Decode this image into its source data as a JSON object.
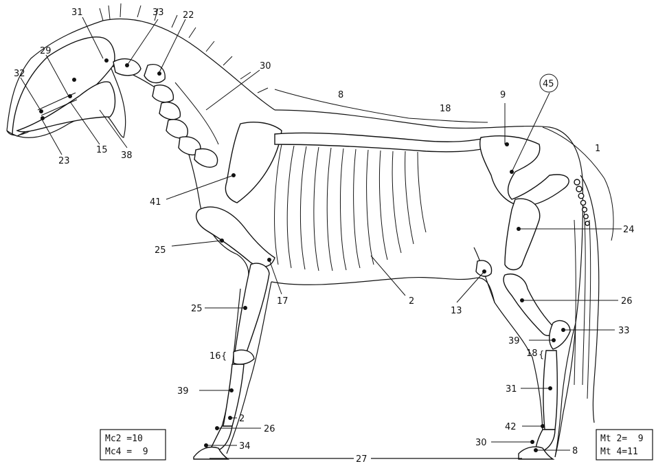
{
  "figure": {
    "labels": [
      {
        "id": "l31a",
        "text": "31"
      },
      {
        "id": "l33a",
        "text": "33"
      },
      {
        "id": "l22",
        "text": "22"
      },
      {
        "id": "l29",
        "text": "29"
      },
      {
        "id": "l32",
        "text": "32"
      },
      {
        "id": "l30a",
        "text": "30"
      },
      {
        "id": "l15",
        "text": "15"
      },
      {
        "id": "l23",
        "text": "23"
      },
      {
        "id": "l38",
        "text": "38"
      },
      {
        "id": "l8a",
        "text": "8"
      },
      {
        "id": "l18a",
        "text": "18"
      },
      {
        "id": "l9",
        "text": "9"
      },
      {
        "id": "l45",
        "text": "45"
      },
      {
        "id": "l1",
        "text": "1"
      },
      {
        "id": "l41",
        "text": "41"
      },
      {
        "id": "l25a",
        "text": "25"
      },
      {
        "id": "l24",
        "text": "24"
      },
      {
        "id": "l17",
        "text": "17"
      },
      {
        "id": "l2a",
        "text": "2"
      },
      {
        "id": "l13",
        "text": "13"
      },
      {
        "id": "l26a",
        "text": "26"
      },
      {
        "id": "l25b",
        "text": "25"
      },
      {
        "id": "l33b",
        "text": "33"
      },
      {
        "id": "l39b",
        "text": "39"
      },
      {
        "id": "l16",
        "text": "16"
      },
      {
        "id": "l18b",
        "text": "18"
      },
      {
        "id": "l31b",
        "text": "31"
      },
      {
        "id": "l39a",
        "text": "39"
      },
      {
        "id": "l42",
        "text": "42"
      },
      {
        "id": "l2b",
        "text": "2"
      },
      {
        "id": "l26b",
        "text": "26"
      },
      {
        "id": "l30b",
        "text": "30"
      },
      {
        "id": "l34",
        "text": "34"
      },
      {
        "id": "l8b",
        "text": "8"
      },
      {
        "id": "l27",
        "text": "27"
      }
    ],
    "box_left": {
      "line1": "Mc2 =10",
      "line2": "Mc4 =  9"
    },
    "box_right": {
      "line1": "Mt 2=  9",
      "line2": "Mt 4=11"
    }
  }
}
